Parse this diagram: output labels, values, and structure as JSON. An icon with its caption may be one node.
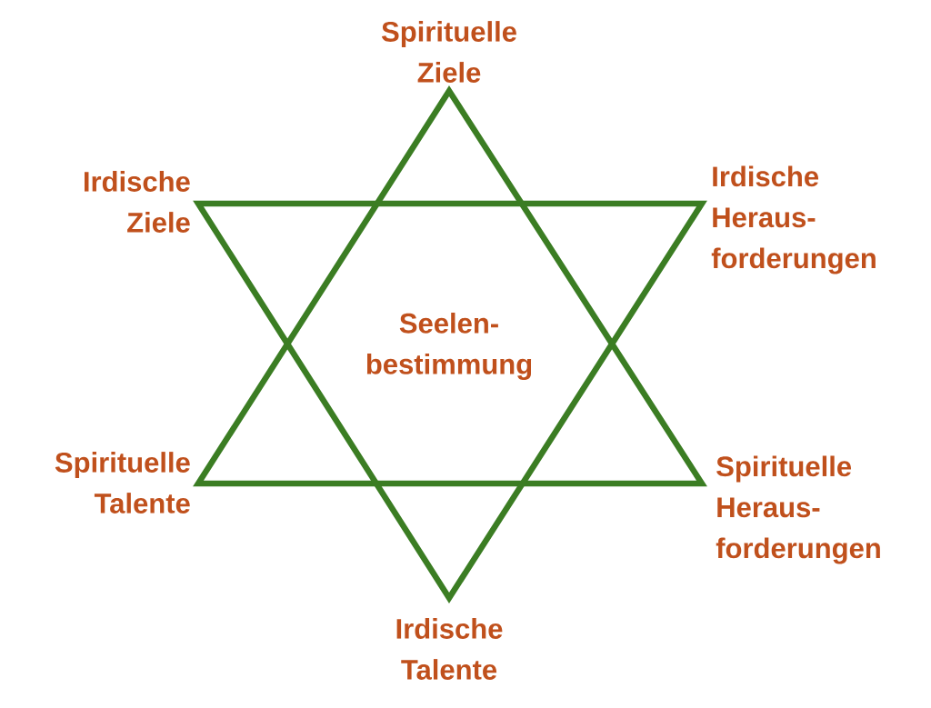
{
  "diagram": {
    "labels": [
      "Spirituelle Ziele",
      "Irdische Ziele",
      "Irdische Heraus- forderungen",
      "Seelen- bestimmung",
      "Spirituelle Talente",
      "Spirituelle Heraus- forderungen",
      "Irdische Talente"
    ]
  }
}
